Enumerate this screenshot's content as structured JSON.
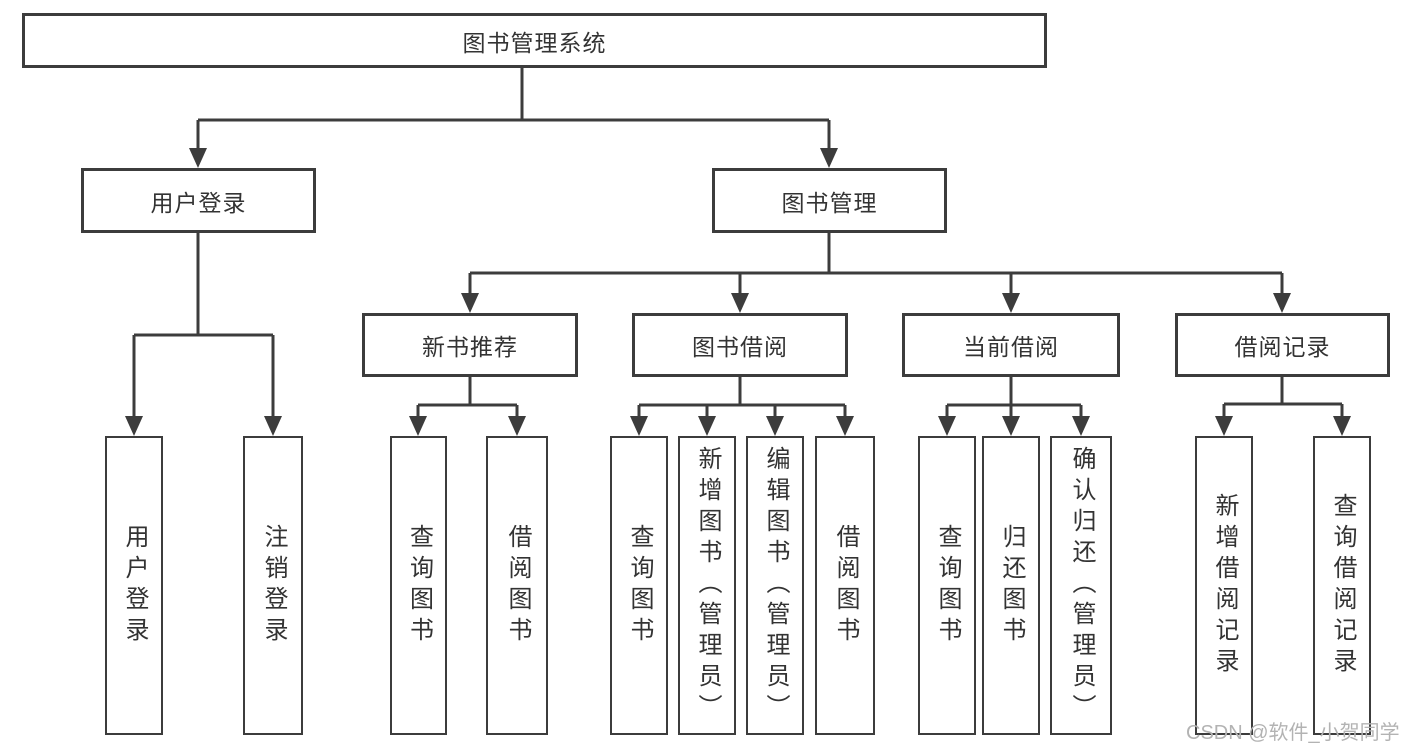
{
  "diagram": {
    "root": {
      "label": "图书管理系统"
    },
    "branches": [
      {
        "label": "用户登录",
        "children": [
          {
            "label": "用户登录"
          },
          {
            "label": "注销登录"
          }
        ]
      },
      {
        "label": "图书管理",
        "children": [
          {
            "label": "新书推荐",
            "children": [
              {
                "label": "查询图书"
              },
              {
                "label": "借阅图书"
              }
            ]
          },
          {
            "label": "图书借阅",
            "children": [
              {
                "label": "查询图书"
              },
              {
                "label": "新增图书（管理员）"
              },
              {
                "label": "编辑图书（管理员）"
              },
              {
                "label": "借阅图书"
              }
            ]
          },
          {
            "label": "当前借阅",
            "children": [
              {
                "label": "查询图书"
              },
              {
                "label": "归还图书"
              },
              {
                "label": "确认归还（管理员）"
              }
            ]
          },
          {
            "label": "借阅记录",
            "children": [
              {
                "label": "新增借阅记录"
              },
              {
                "label": "查询借阅记录"
              }
            ]
          }
        ]
      }
    ],
    "watermark": "CSDN @软件_小贺同学",
    "colors": {
      "line": "#3c3c3c",
      "text": "#333333",
      "watermark": "#b3b3b3",
      "background": "#ffffff"
    }
  }
}
